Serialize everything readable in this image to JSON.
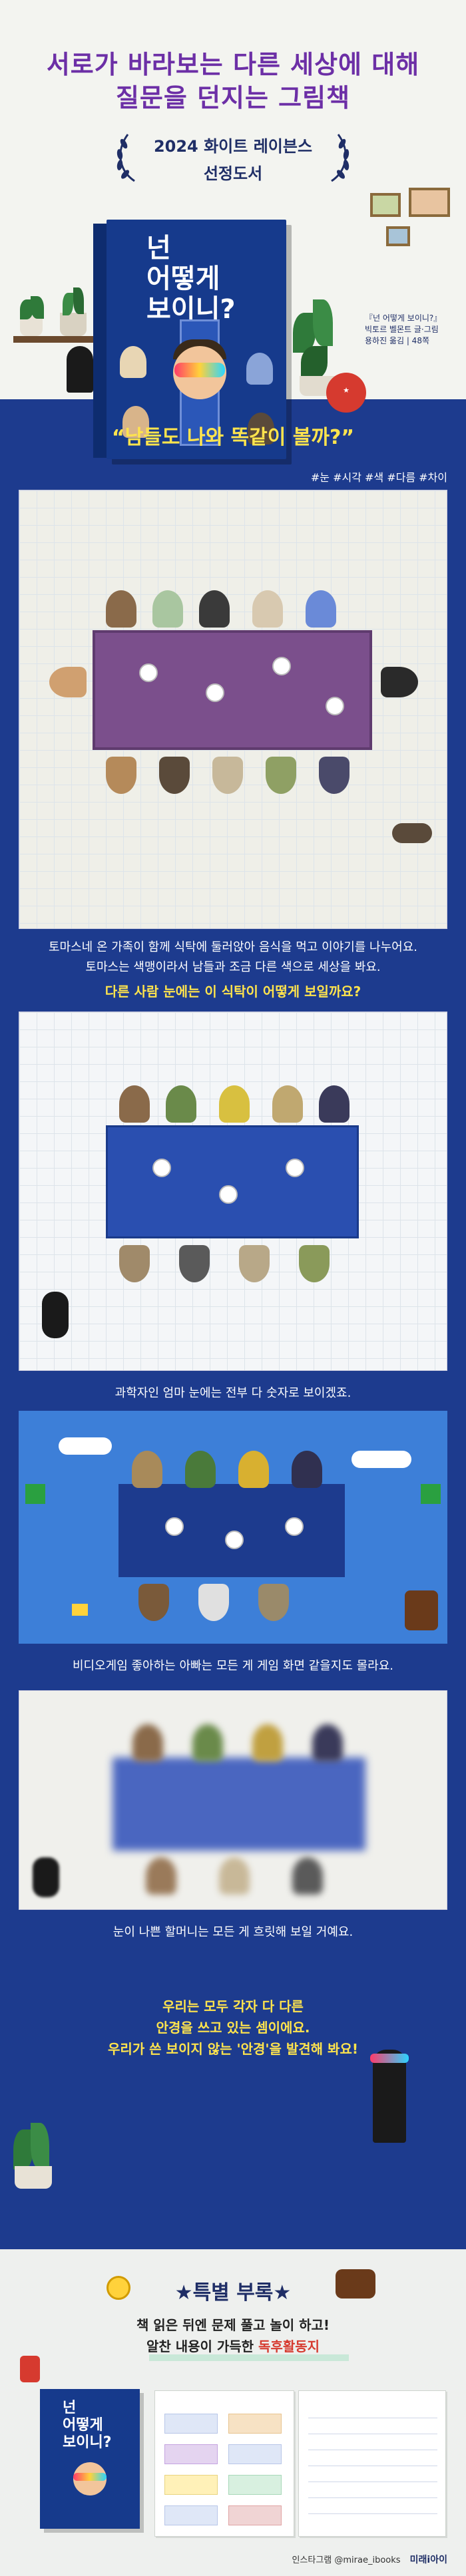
{
  "hero": {
    "title_line1": "서로가 바라보는 다른 세상에 대해",
    "title_line2": "질문을 던지는 그림책",
    "award_line1": "2024 화이트 레이븐스",
    "award_line2": "선정도서"
  },
  "book": {
    "cover_title_line1": "넌",
    "cover_title_line2": "어떻게",
    "cover_title_line3": "보이니?",
    "info_line1": "『넌 어떻게 보이니?』",
    "info_line2": "빅토르 벨몬트 글·그림",
    "info_line3": "용하진 옮김 | 48쪽"
  },
  "intro": {
    "quote": "“남들도 나와 똑같이 볼까?”",
    "tags": "#눈 #시각 #색 #다름 #차이"
  },
  "scene1": {
    "caption_line1": "토마스네 온 가족이 함께 식탁에 둘러앉아 음식을 먹고 이야기를 나누어요.",
    "caption_line2": "토마스는 색맹이라서 남들과 조금 다른 색으로 세상을 봐요.",
    "question": "다른 사람 눈에는 이 식탁이 어떻게 보일까요?"
  },
  "scene2": {
    "caption": "과학자인 엄마 눈에는 전부 다 숫자로 보이겠죠."
  },
  "scene3": {
    "caption": "비디오게임 좋아하는 아빠는 모든 게 게임 화면 같을지도 몰라요."
  },
  "scene4": {
    "caption": "눈이 나쁜 할머니는 모든 게 흐릿해 보일 거예요."
  },
  "ending": {
    "line1": "우리는 모두 각자 다 다른",
    "line2": "안경을 쓰고 있는 셈이에요.",
    "line3": "우리가 쓴 보이지 않는 '안경'을 발견해 봐요!"
  },
  "appendix": {
    "title": "★특별 부록★",
    "line1": "책 읽은 뒤엔 문제 풀고 놀이 하고!",
    "line2_prefix": "알찬 내용이 가득한 ",
    "line2_highlight": "독후활동지"
  },
  "footer": {
    "instagram": "인스타그램 @mirae_ibooks",
    "logo": "미래i아이"
  },
  "colors": {
    "title_purple": "#6c2fa6",
    "navy": "#1d3b8e",
    "quote_yellow": "#ffe44d",
    "highlight_red": "#d63a2f"
  }
}
